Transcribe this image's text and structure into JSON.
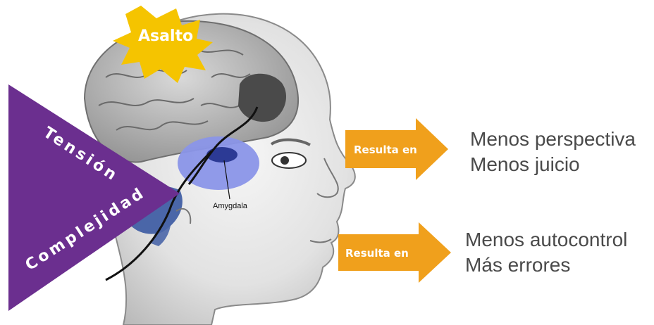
{
  "burst": {
    "label": "Asalto",
    "color": "#f5c400"
  },
  "triangle": {
    "line1": "Tensión",
    "line2": "Complejidad",
    "color": "#6b2f8f"
  },
  "amygdala_label": "Amygdala",
  "arrows": [
    {
      "label": "Resulta en",
      "color": "#f0a01c"
    },
    {
      "label": "Resulta en",
      "color": "#f0a01c"
    }
  ],
  "results": [
    {
      "line1": "Menos perspectiva",
      "line2": "Menos juicio"
    },
    {
      "line1": "Menos autocontrol",
      "line2": "Más errores"
    }
  ]
}
